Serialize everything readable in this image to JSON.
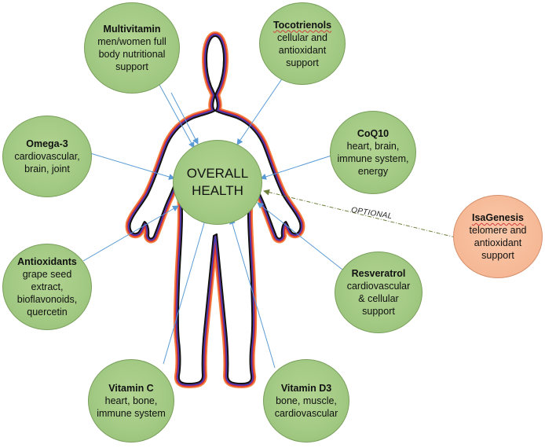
{
  "center": {
    "line1": "OVERALL",
    "line2": "HEALTH"
  },
  "nodes": {
    "multivitamin": {
      "title": "Multivitamin",
      "desc1": "men/women full",
      "desc2": "body nutritional",
      "desc3": "support"
    },
    "tocotrienols": {
      "title": "Tocotrienols",
      "desc1": "cellular and",
      "desc2": "antioxidant",
      "desc3": "support"
    },
    "omega3": {
      "title": "Omega-3",
      "desc1": "cardiovascular,",
      "desc2": "brain, joint"
    },
    "coq10": {
      "title": "CoQ10",
      "desc1": "heart, brain,",
      "desc2": "immune system,",
      "desc3": "energy"
    },
    "isagenesis": {
      "title": "IsaGenesis",
      "desc1": "telomere and",
      "desc2": "antioxidant",
      "desc3": "support"
    },
    "antioxidants": {
      "title": "Antioxidants",
      "desc1": "grape seed",
      "desc2": "extract,",
      "desc3": "bioflavonoids,",
      "desc4": "quercetin"
    },
    "resveratrol": {
      "title": "Resveratrol",
      "desc1": "cardiovascular",
      "desc2": "& cellular",
      "desc3": "support"
    },
    "vitaminc": {
      "title": "Vitamin C",
      "desc1": "heart, bone,",
      "desc2": "immune system"
    },
    "vitamind3": {
      "title": "Vitamin D3",
      "desc1": "bone, muscle,",
      "desc2": "cardiovascular"
    }
  },
  "optional_label": "OPTIONAL",
  "colors": {
    "node_fill": "#a2c983",
    "node_border": "#7aa05c",
    "optional_fill": "#f6b895",
    "arrow": "#5b9bd5",
    "optional_arrow": "#6b7f3a",
    "outline_orange": "#f08040",
    "outline_red": "#e03030",
    "outline_blue": "#3040c0",
    "outline_purple": "#7030a0"
  }
}
